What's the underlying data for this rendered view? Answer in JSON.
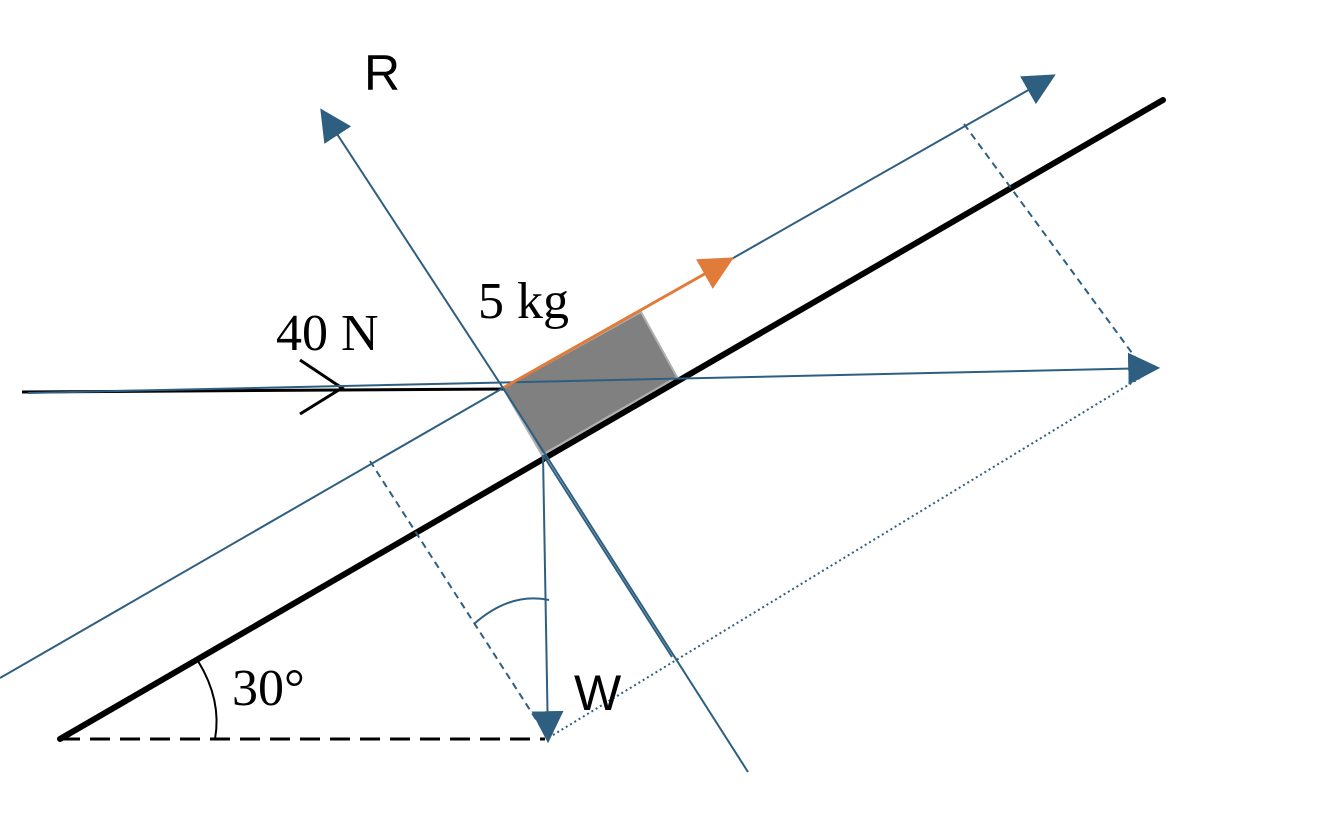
{
  "labels": {
    "reaction": "R",
    "weight": "W",
    "mass": "5 kg",
    "applied_force": "40 N",
    "angle": "30°"
  },
  "colors": {
    "surface": "#000000",
    "construction": "#2f5f80",
    "friction_arrow": "#e07b39",
    "block": "#808080",
    "block_edge": "#b0b0b0"
  }
}
